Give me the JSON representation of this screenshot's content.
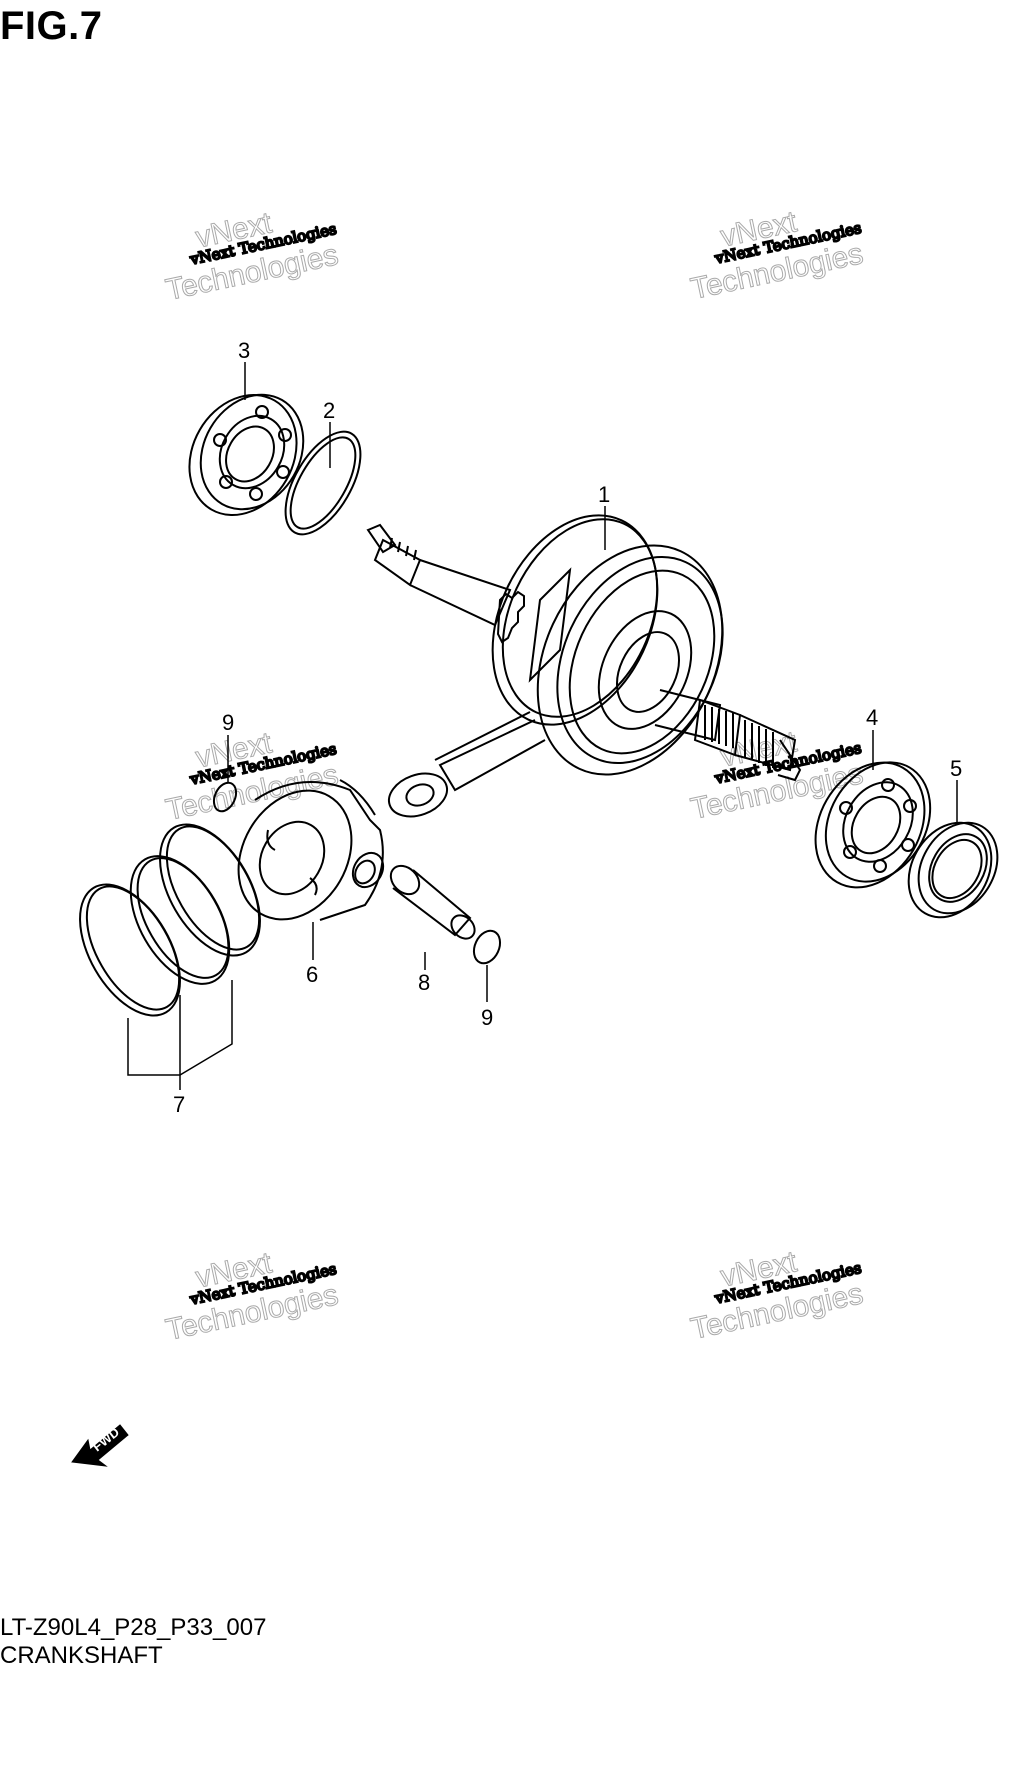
{
  "figure": {
    "title": "FIG.7"
  },
  "footer": {
    "code": "LT-Z90L4_P28_P33_007",
    "name": "CRANKSHAFT"
  },
  "callouts": [
    "1",
    "2",
    "3",
    "4",
    "5",
    "6",
    "7",
    "8",
    "9",
    "9"
  ],
  "watermark": {
    "line1": "vNext Technologies",
    "line2": "vNext",
    "line3": "Technologies"
  },
  "fwd_arrow": {
    "label": "FWD"
  },
  "colors": {
    "line": "#000000",
    "background": "#ffffff",
    "watermark": "#aaaaaa"
  }
}
